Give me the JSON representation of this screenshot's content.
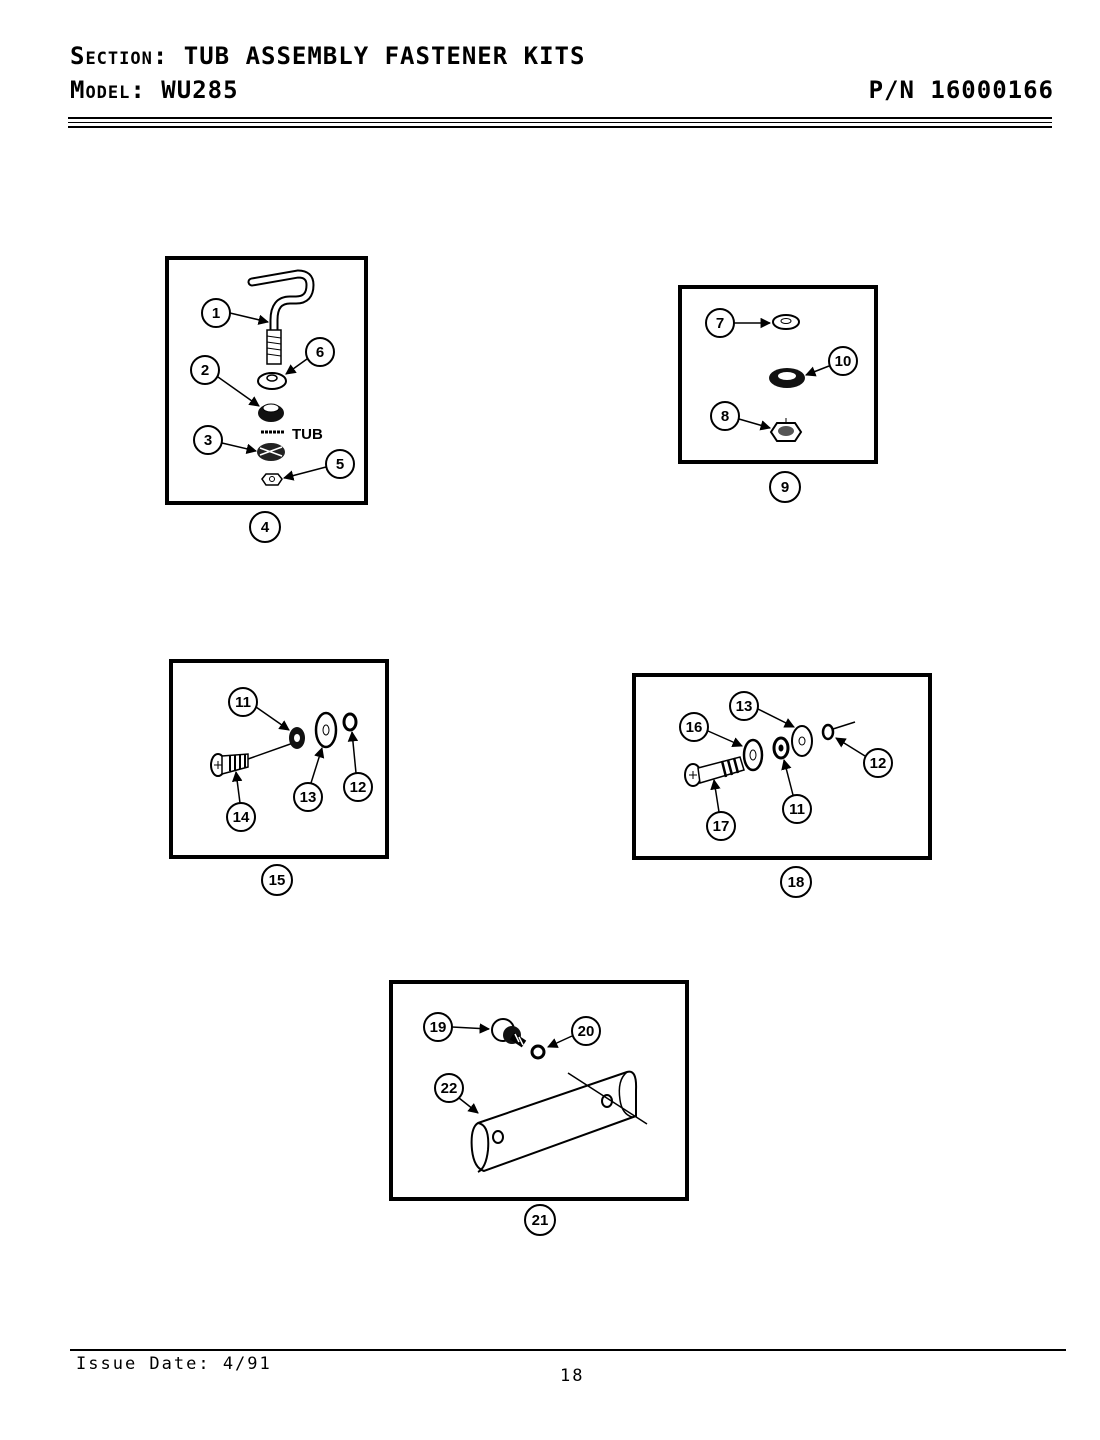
{
  "header": {
    "section_label": "Section:",
    "section_value": "TUB ASSEMBLY FASTENER KITS",
    "model_label": "Model:",
    "model_value": "WU285",
    "part_number": "P/N 16000166"
  },
  "kits": [
    {
      "id": "4",
      "parts": [
        "1",
        "6",
        "2",
        "3",
        "5"
      ],
      "annotation": "TUB"
    },
    {
      "id": "9",
      "parts": [
        "7",
        "10",
        "8"
      ]
    },
    {
      "id": "15",
      "parts": [
        "11",
        "13",
        "12",
        "14"
      ]
    },
    {
      "id": "18",
      "parts": [
        "13",
        "16",
        "12",
        "17",
        "11"
      ]
    },
    {
      "id": "21",
      "parts": [
        "19",
        "20",
        "22"
      ]
    }
  ],
  "footer": {
    "issue_date": "Issue Date: 4/91",
    "page_number": "18"
  }
}
